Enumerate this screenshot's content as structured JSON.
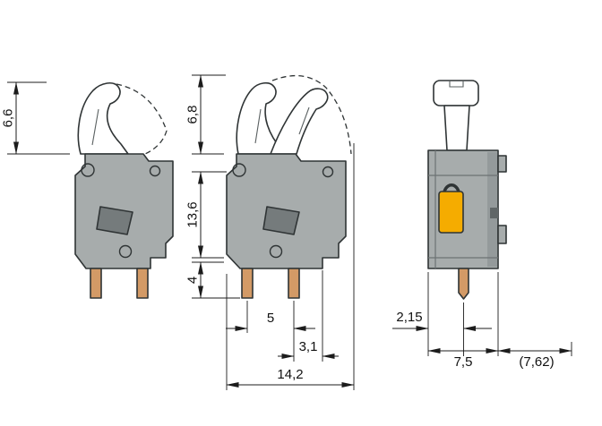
{
  "drawing": {
    "dims": {
      "lever_height_left": "6,6",
      "lever_height_mid": "6,8",
      "body_height": "13,6",
      "pin_length": "4",
      "pin_pitch": "5",
      "pin_edge_offset": "3,1",
      "overall_width": "14,2",
      "front_pin_offset": "2,15",
      "module_width": "7,5",
      "grid_reference": "(7,62)"
    },
    "colors": {
      "body": "#a7acac",
      "body_dark": "#949a9b",
      "recess": "#757b7c",
      "lever": "#ffffff",
      "pin": "#d39a66",
      "button": "#f5ac00",
      "line": "#2f3435",
      "dim": "#1c1c1c"
    }
  }
}
